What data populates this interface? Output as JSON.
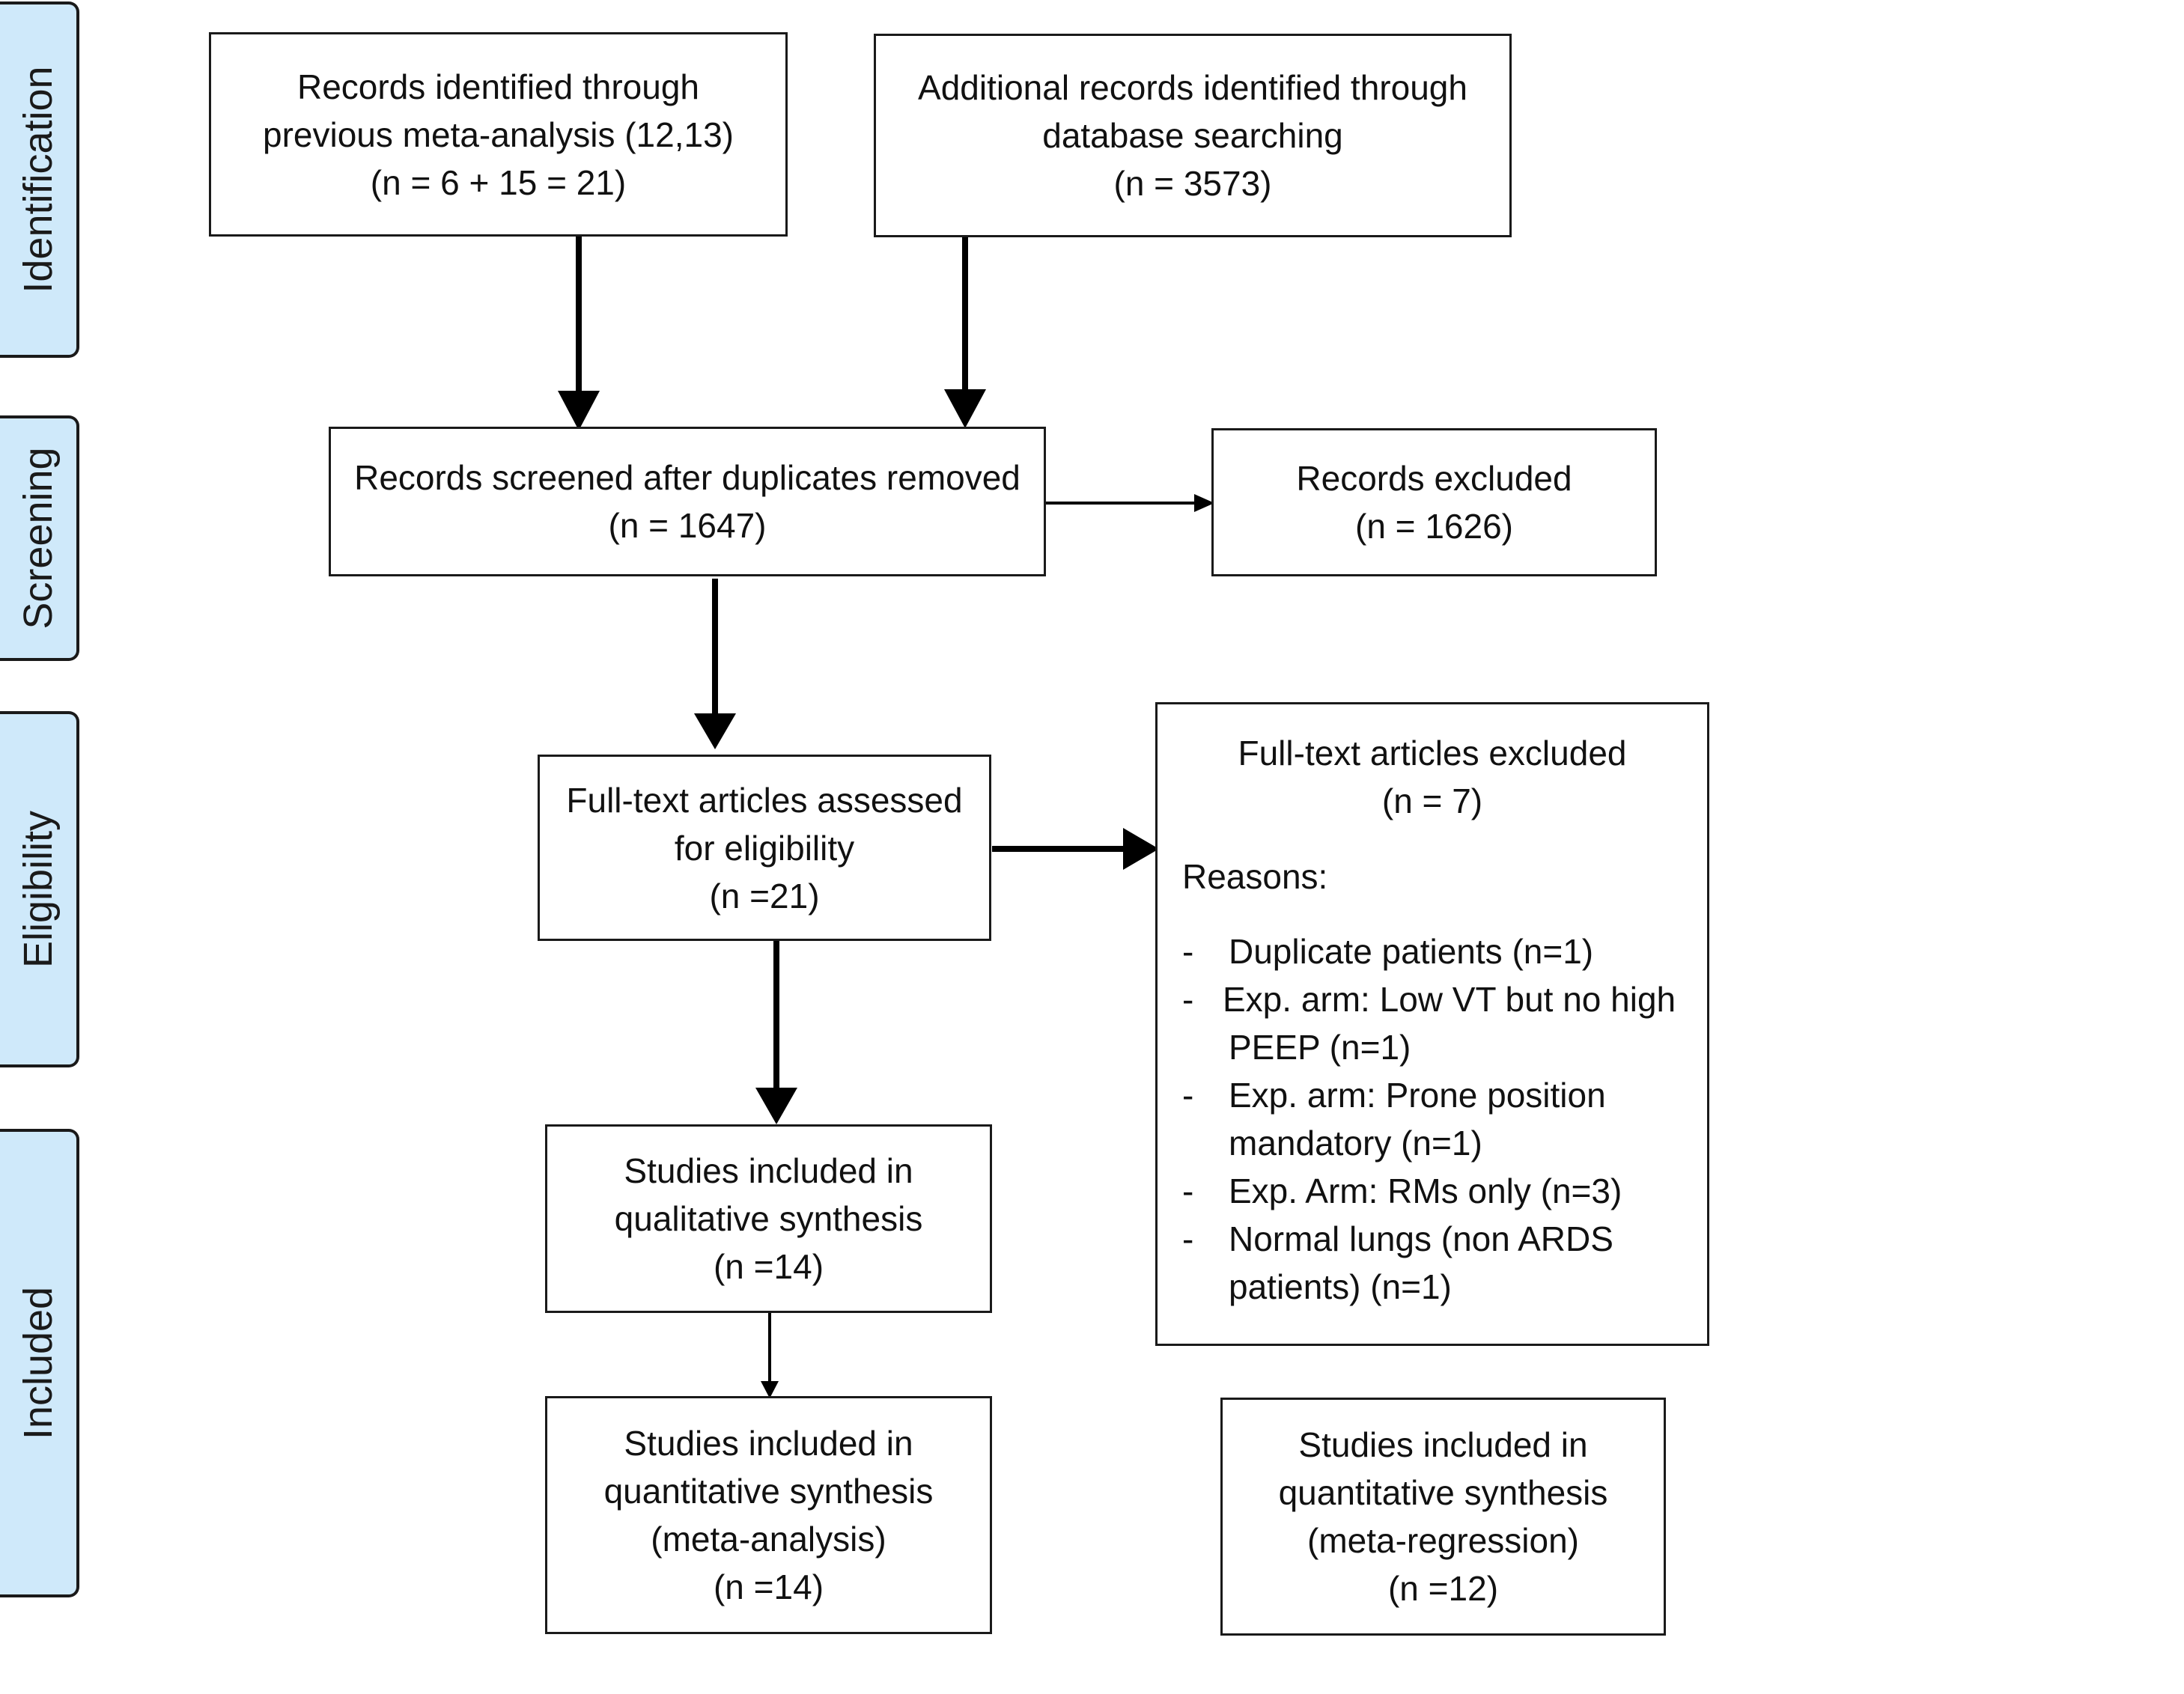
{
  "phases": {
    "identification": "Identification",
    "screening": "Screening",
    "eligibility": "Eligibility",
    "included": "Included"
  },
  "boxes": {
    "previous_meta": [
      "Records identified through",
      "previous meta-analysis (12,13)",
      "(n = 6 + 15 = 21)"
    ],
    "database": [
      "Additional records identified through",
      "database searching",
      "(n = 3573)"
    ],
    "screened": [
      "Records screened after duplicates removed",
      "(n = 1647)"
    ],
    "excluded": [
      "Records excluded",
      "(n = 1626)"
    ],
    "fulltext": [
      "Full-text articles assessed",
      "for eligibility",
      "(n =21)"
    ],
    "qualitative": [
      "Studies included in",
      "qualitative synthesis",
      "(n =14)"
    ],
    "meta_analysis": [
      "Studies included in",
      "quantitative synthesis",
      "(meta-analysis)",
      "(n =14)"
    ],
    "meta_regression": [
      "Studies included in",
      "quantitative synthesis",
      "(meta-regression)",
      "(n =12)"
    ]
  },
  "fulltext_excluded": {
    "title": "Full-text articles excluded",
    "count": "(n = 7)",
    "reasons_label": "Reasons:",
    "items": [
      [
        "Duplicate patients (n=1)"
      ],
      [
        "Exp. arm: Low VT but no high",
        "PEEP (n=1)"
      ],
      [
        "Exp. arm: Prone position",
        "mandatory (n=1)"
      ],
      [
        "Exp. Arm: RMs only (n=3)"
      ],
      [
        "Normal lungs (non ARDS",
        "patients) (n=1)"
      ]
    ],
    "bullet": "-"
  }
}
